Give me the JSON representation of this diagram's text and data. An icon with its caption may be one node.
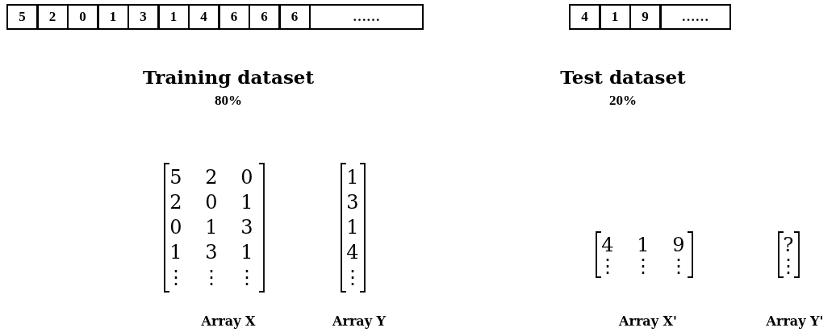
{
  "diagram": {
    "labels": [
      "5",
      "2",
      "0",
      "1",
      "3",
      "1",
      "4",
      "6",
      "6",
      "6",
      "……",
      "4",
      "1",
      "9",
      "……",
      "Training dataset",
      "Test dataset",
      "80%",
      "20%",
      "5",
      "2",
      "0",
      "2",
      "0",
      "1",
      "0",
      "1",
      "3",
      "1",
      "3",
      "1",
      "⋮",
      "⋮",
      "⋮",
      "1",
      "3",
      "1",
      "4",
      "⋮",
      "4",
      "1",
      "9",
      "⋮",
      "⋮",
      "⋮",
      "?",
      "⋮",
      "Array X",
      "Array Y",
      "Array X'",
      "Array Y'"
    ]
  }
}
